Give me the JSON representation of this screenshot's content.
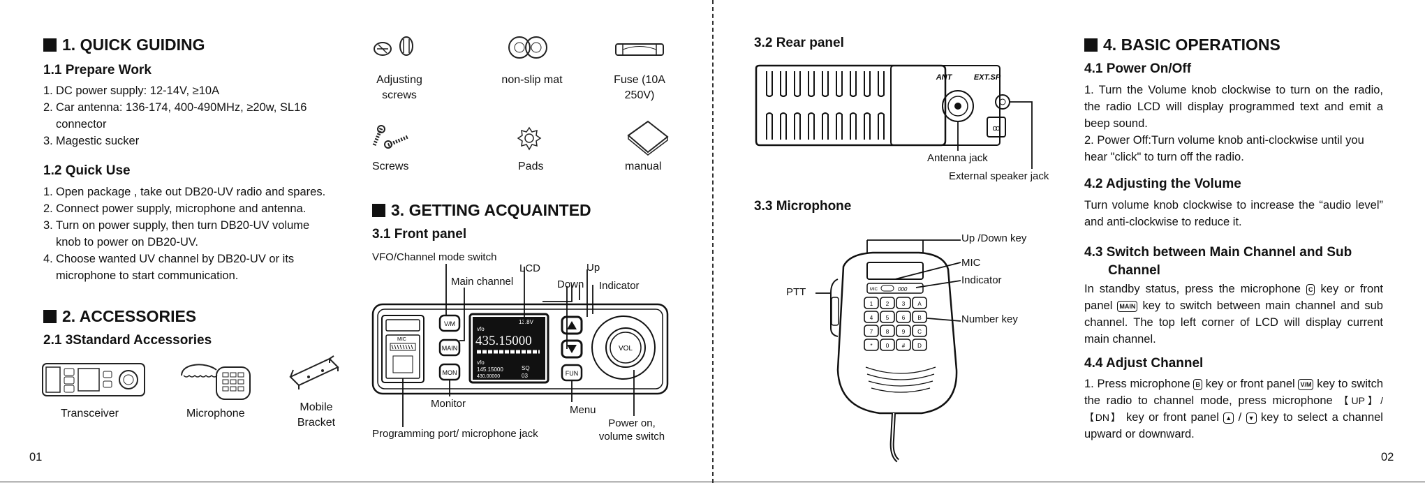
{
  "left": {
    "page_number": "01",
    "section1": {
      "title": "1. QUICK GUIDING",
      "prepare": {
        "title": "1.1 Prepare Work",
        "items": [
          {
            "n": "1.",
            "text": "DC power supply: 12-14V, ≥10A"
          },
          {
            "n": "2.",
            "text": "Car antenna: 136-174, 400-490MHz, ≥20w, SL16 connector"
          },
          {
            "n": "3.",
            "text": "Magestic sucker"
          }
        ]
      },
      "quick": {
        "title": "1.2 Quick Use",
        "items": [
          {
            "n": "1.",
            "text": "Open package , take out DB20-UV radio and spares."
          },
          {
            "n": "2.",
            "text": "Connect power supply, microphone and antenna."
          },
          {
            "n": "3.",
            "text": "Turn on power supply, then turn DB20-UV volume knob to power on DB20-UV."
          },
          {
            "n": "4.",
            "text": "Choose wanted UV channel by DB20-UV or its microphone to start communication."
          }
        ]
      }
    },
    "section2": {
      "title": "2. ACCESSORIES",
      "sub": "2.1 3Standard Accessories",
      "items": [
        "Transceiver",
        "Microphone",
        "Mobile Bracket"
      ]
    },
    "extra_accessories": [
      "Adjusting screws",
      "non-slip mat",
      "Fuse (10A 250V)",
      "Screws",
      "Pads",
      "manual"
    ],
    "section3": {
      "title": "3. GETTING ACQUAINTED",
      "front_panel": {
        "title": "3.1 Front panel",
        "labels": {
          "vfo": "VFO/Channel mode switch",
          "lcd": "LCD",
          "up": "Up",
          "main_channel": "Main channel",
          "down": "Down",
          "indicator": "Indicator",
          "monitor": "Monitor",
          "menu": "Menu",
          "power": "Power on, volume switch",
          "prog": "Programming port/ microphone jack"
        },
        "buttons": {
          "vm": "V/M",
          "main": "MAIN",
          "mon": "MON",
          "fun": "FUN",
          "vol": "VOL",
          "mic": "MIC"
        },
        "lcd": {
          "freq": "435.15000",
          "top_right": "13.8V",
          "vfo": "vfo",
          "bottom": "145.15000",
          "bottom2": "430.00000",
          "sq": "SQ",
          "ch": "03"
        }
      }
    }
  },
  "right": {
    "page_number": "02",
    "rear": {
      "title": "3.2 Rear panel",
      "ant": "ANT",
      "extsp": "EXT.SP",
      "antenna_jack": "Antenna jack",
      "ext_jack": "External speaker jack"
    },
    "mic": {
      "title": "3.3 Microphone",
      "ptt": "PTT",
      "up_down": "Up /Down key",
      "mic": "MIC",
      "indicator": "Indicator",
      "number_key": "Number key",
      "display": "000"
    },
    "section4": {
      "title": "4. BASIC OPERATIONS",
      "power": {
        "title": "4.1 Power On/Off",
        "p1": "1. Turn the Volume knob clockwise to turn on the radio, the radio LCD will display programmed text and emit a beep sound.",
        "p2": "2. Power Off:Turn volume knob anti-clockwise until you hear \"click\" to turn off the radio."
      },
      "volume": {
        "title": "4.2 Adjusting the Volume",
        "p": "Turn volume knob clockwise to increase the “audio level” and anti-clockwise to reduce it."
      },
      "switch": {
        "title": "4.3 Switch between Main Channel and Sub Channel",
        "p_a": "In standby status, press the microphone",
        "p_b": "key or front panel",
        "p_c": "key to switch between main channel and sub channel. The top left corner of LCD will display current main channel."
      },
      "adjust": {
        "title": "4.4 Adjust Channel",
        "p_a": "1. Press microphone",
        "p_b": "key or front panel",
        "p_c": "key to switch the radio to channel mode, press microphone",
        "p_d": "【UP】/【DN】",
        "p_e": "key or front panel",
        "p_f": "/",
        "p_g": "key to select a channel upward or downward."
      },
      "keys": {
        "c": "C",
        "main": "MAIN",
        "b": "B",
        "vm": "V/M",
        "up": "▲",
        "down": "▼"
      }
    }
  }
}
